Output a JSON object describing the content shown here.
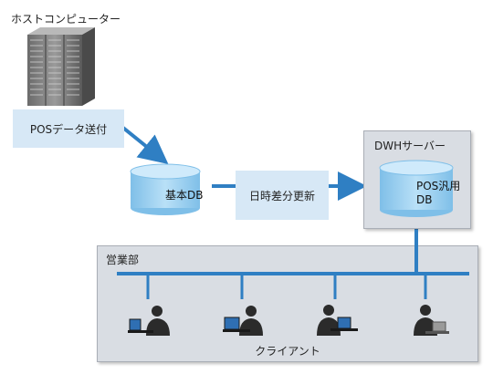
{
  "host": {
    "label": "ホストコンピューター",
    "icon": "server-rack-icon"
  },
  "flows": {
    "pos_send": "POSデータ送付",
    "daily_diff_update": "日時差分更新"
  },
  "basic_db": {
    "label": "基本DB"
  },
  "dwh": {
    "title": "DWHサーバー",
    "db_line1": "POS汎用",
    "db_line2": "DB"
  },
  "sales": {
    "title": "営業部",
    "clients_label": "クライアント"
  },
  "colors": {
    "arrow": "#2f7fc3",
    "flow_label_bg": "#d7e8f6",
    "db_fill": "#9fd0f0",
    "panel_bg": "#d9dde3"
  }
}
